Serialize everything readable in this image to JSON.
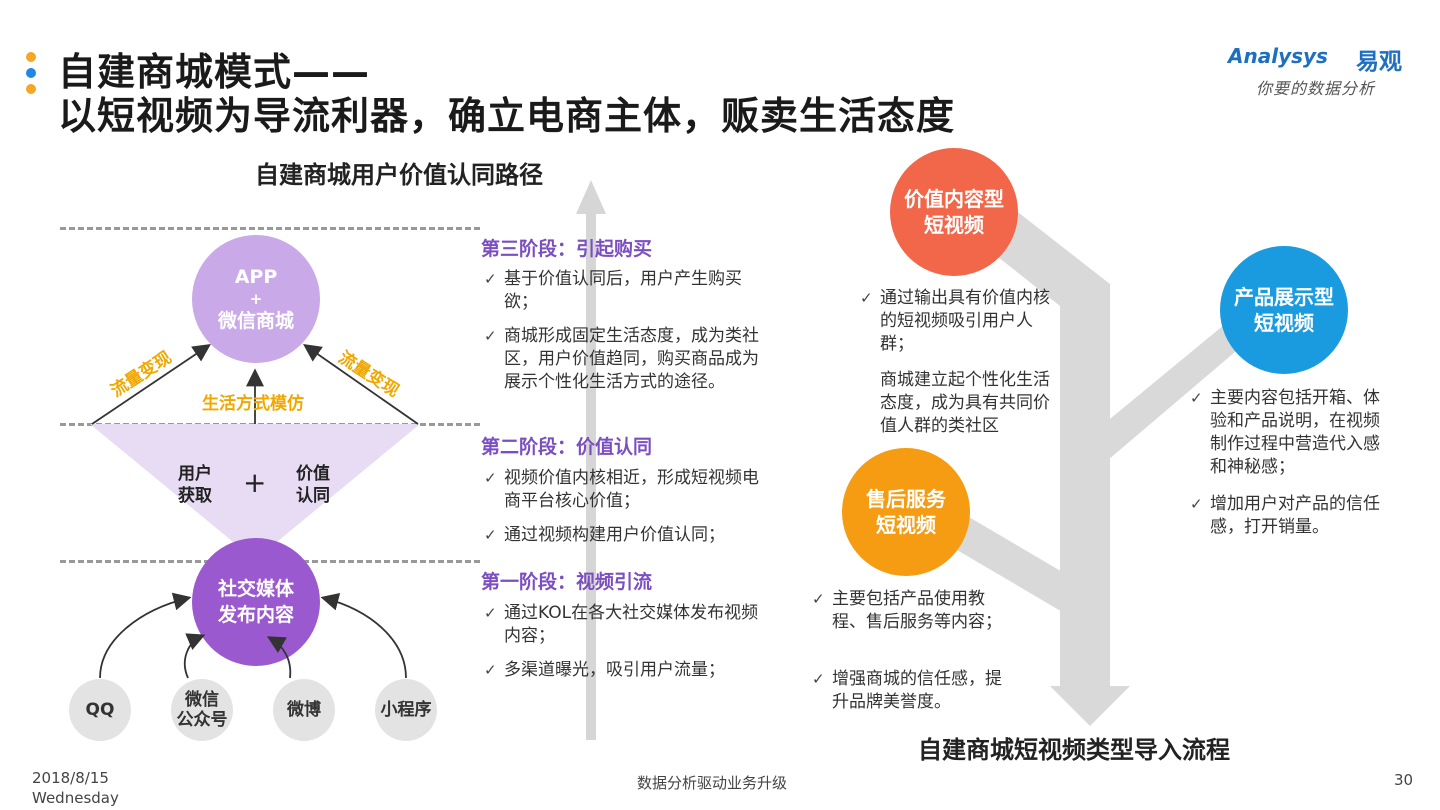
{
  "header": {
    "title_line1": "自建商城模式——",
    "title_line2": "以短视频为导流利器，确立电商主体，贩卖生活态度",
    "logo_en": "Analysys",
    "logo_cn": "易观",
    "logo_slogan": "你要的数据分析"
  },
  "left": {
    "subtitle": "自建商城用户价值认同路径",
    "top_circle_line1": "APP",
    "top_circle_line2": "+",
    "top_circle_line3": "微信商城",
    "left_flow_label": "流量变现",
    "right_flow_label": "流量变现",
    "life_label": "生活方式模仿",
    "triangle_left_line1": "用户",
    "triangle_left_line2": "获取",
    "triangle_plus": "+",
    "triangle_right_line1": "价值",
    "triangle_right_line2": "认同",
    "bottom_circle_line1": "社交媒体",
    "bottom_circle_line2": "发布内容",
    "channels": [
      {
        "l1": "QQ",
        "l2": ""
      },
      {
        "l1": "微信",
        "l2": "公众号"
      },
      {
        "l1": "微博",
        "l2": ""
      },
      {
        "l1": "小程序",
        "l2": ""
      }
    ]
  },
  "stages": [
    {
      "title": "第三阶段：引起购买",
      "bullets": [
        "基于价值认同后，用户产生购买欲；",
        "商城形成固定生活态度，成为类社区，用户价值趋同，购买商品成为展示个性化生活方式的途径。"
      ]
    },
    {
      "title": "第二阶段：价值认同",
      "bullets": [
        "视频价值内核相近，形成短视频电商平台核心价值；",
        "通过视频构建用户价值认同；"
      ]
    },
    {
      "title": "第一阶段：视频引流",
      "bullets": [
        "通过KOL在各大社交媒体发布视频内容；",
        "多渠道曝光，吸引用户流量；"
      ]
    }
  ],
  "right": {
    "circle_value_line1": "价值内容型",
    "circle_value_line2": "短视频",
    "circle_product_line1": "产品展示型",
    "circle_product_line2": "短视频",
    "circle_after_line1": "售后服务",
    "circle_after_line2": "短视频",
    "value_bullets": [
      "通过输出具有价值内核的短视频吸引用户人群；",
      "商城建立起个性化生活态度，成为具有共同价值人群的类社区"
    ],
    "product_bullets": [
      "主要内容包括开箱、体验和产品说明，在视频制作过程中营造代入感和神秘感；",
      "增加用户对产品的信任感，打开销量。"
    ],
    "after_bullets": [
      "主要包括产品使用教程、售后服务等内容；",
      "增强商城的信任感，提升品牌美誉度。"
    ],
    "flow_title": "自建商城短视频类型导入流程"
  },
  "footer": {
    "date": "2018/8/15",
    "weekday": "Wednesday",
    "center": "数据分析驱动业务升级",
    "page": "30"
  },
  "colors": {
    "accent_orange": "#f5a623",
    "accent_blue": "#1e88e5",
    "purple_light": "#c9a9e8",
    "purple_dark": "#9b59cf",
    "red_circle": "#f2664a",
    "blue_circle": "#1a9be0",
    "orange_circle": "#f59c12",
    "stage_purple": "#7b4fc0"
  }
}
